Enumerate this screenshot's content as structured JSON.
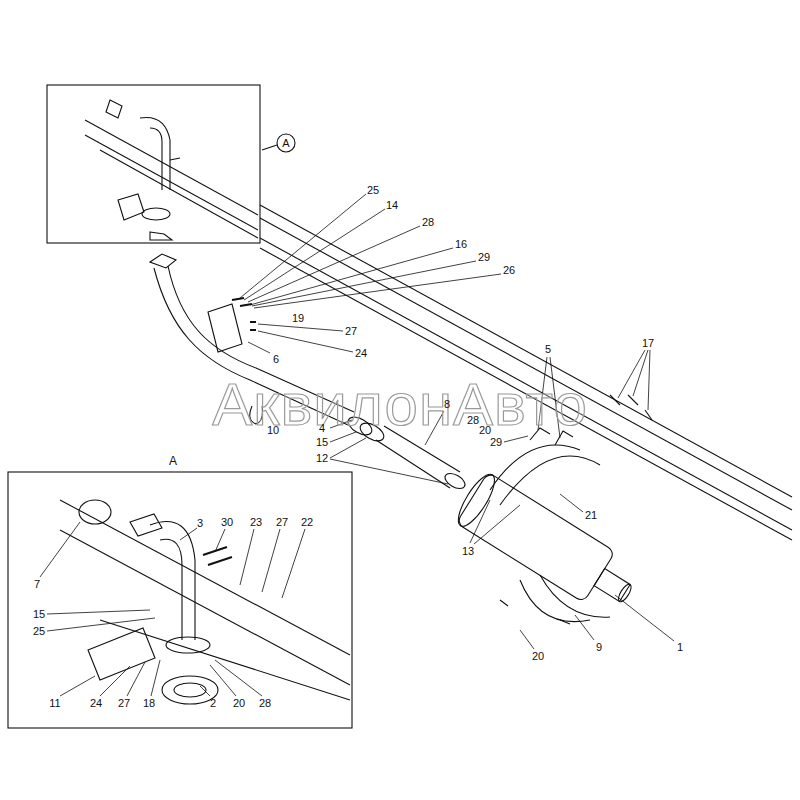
{
  "diagram": {
    "labels": [
      "А",
      "25",
      "14",
      "28",
      "16",
      "29",
      "26",
      "19",
      "27",
      "24",
      "6",
      "5",
      "17",
      "8",
      "4",
      "10",
      "15",
      "12",
      "28",
      "20",
      "29",
      "21",
      "13",
      "1",
      "9",
      "20",
      "А",
      "7",
      "3",
      "30",
      "23",
      "27",
      "22",
      "15",
      "25",
      "11",
      "24",
      "27",
      "18",
      "2",
      "20",
      "28",
      "АквилонАвто"
    ]
  }
}
